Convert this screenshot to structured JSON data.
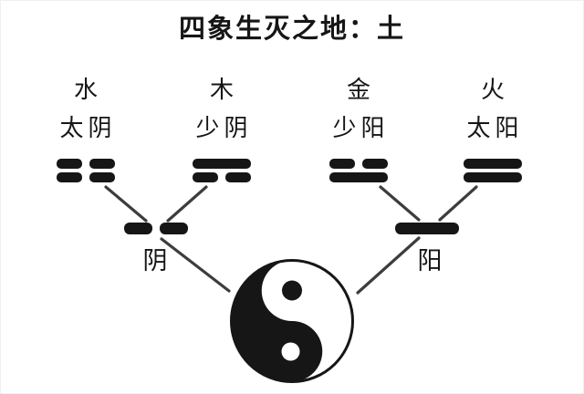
{
  "title": "四象生灭之地：土",
  "four_symbols": [
    {
      "id": "taiyin",
      "element": "水",
      "symbol": "太阴",
      "lines": [
        "broken",
        "broken"
      ]
    },
    {
      "id": "shaoyin",
      "element": "木",
      "symbol": "少阴",
      "lines": [
        "solid",
        "broken"
      ]
    },
    {
      "id": "shaoyang",
      "element": "金",
      "symbol": "少阳",
      "lines": [
        "broken",
        "solid"
      ]
    },
    {
      "id": "taiyang",
      "element": "火",
      "symbol": "太阳",
      "lines": [
        "solid",
        "solid"
      ]
    }
  ],
  "two_forms": [
    {
      "id": "yin",
      "label": "阴",
      "lines": [
        "broken"
      ]
    },
    {
      "id": "yang",
      "label": "阳",
      "lines": [
        "solid"
      ]
    }
  ],
  "edges": [
    {
      "from": "taiyin",
      "to": "yin"
    },
    {
      "from": "shaoyin",
      "to": "yin"
    },
    {
      "from": "yin",
      "to": "taiji"
    },
    {
      "from": "shaoyang",
      "to": "yang"
    },
    {
      "from": "taiyang",
      "to": "yang"
    },
    {
      "from": "yang",
      "to": "taiji"
    }
  ],
  "icons": {
    "taiji": "yin-yang-symbol"
  },
  "colors": {
    "ink": "#161616",
    "connector": "#3d3d3d",
    "background": "#ffffff"
  }
}
